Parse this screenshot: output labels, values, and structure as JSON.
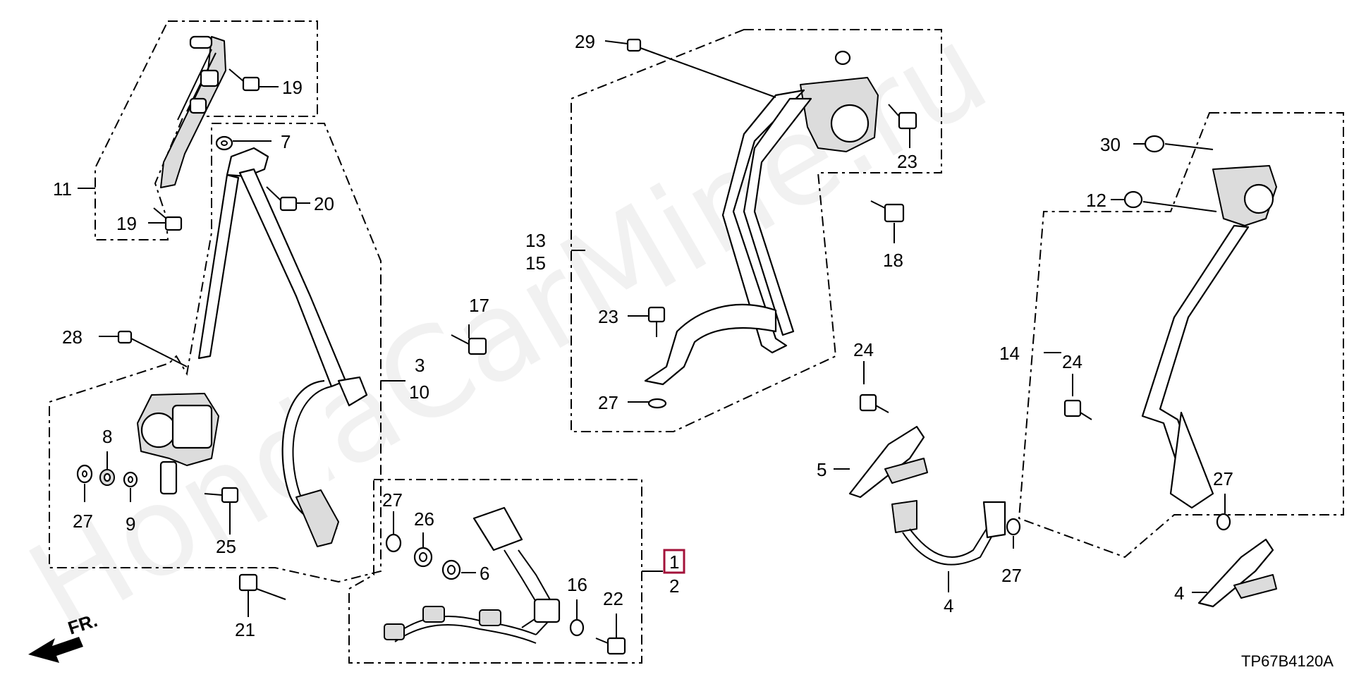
{
  "diagram": {
    "watermark": "HondaCarMine.ru",
    "diagram_code": "TP67B4120A",
    "direction_label": "FR.",
    "highlighted_callout": "1",
    "callouts": {
      "c1": "1",
      "c2": "2",
      "c3": "3",
      "c4a": "4",
      "c4b": "4",
      "c5": "5",
      "c6": "6",
      "c7": "7",
      "c8": "8",
      "c9": "9",
      "c10": "10",
      "c11": "11",
      "c12": "12",
      "c13": "13",
      "c14": "14",
      "c15": "15",
      "c16": "16",
      "c17": "17",
      "c18": "18",
      "c19a": "19",
      "c19b": "19",
      "c20": "20",
      "c21": "21",
      "c22": "22",
      "c23a": "23",
      "c23b": "23",
      "c24a": "24",
      "c24b": "24",
      "c25": "25",
      "c26": "26",
      "c27a": "27",
      "c27b": "27",
      "c27c": "27",
      "c27d": "27",
      "c27e": "27",
      "c28": "28",
      "c29": "29",
      "c30": "30"
    }
  }
}
